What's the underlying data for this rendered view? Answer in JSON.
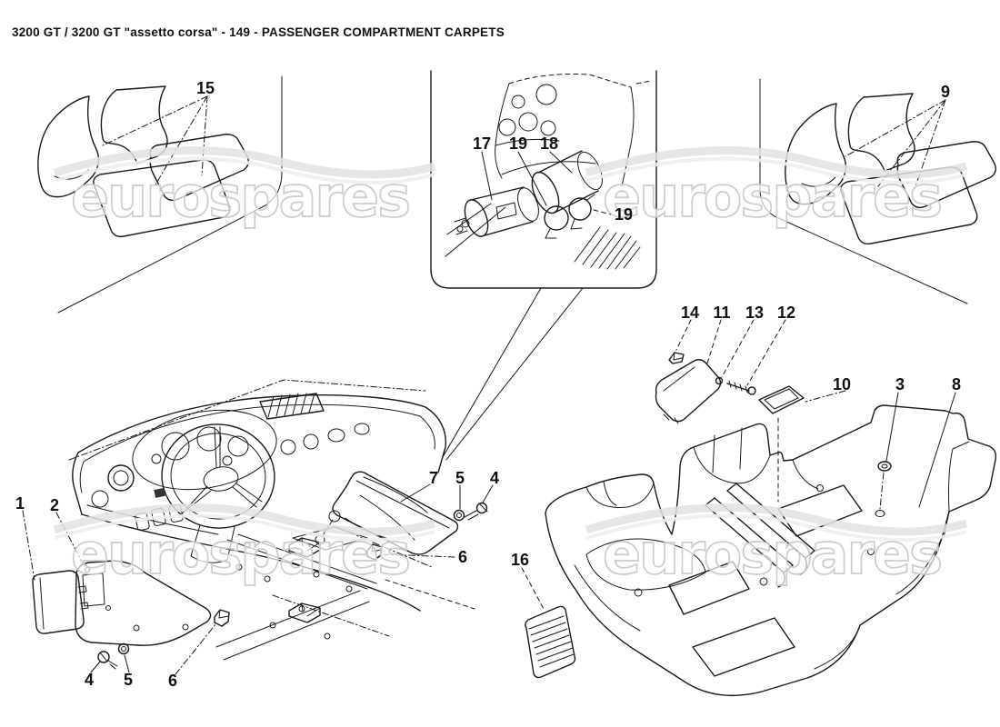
{
  "page": {
    "title": "3200 GT / 3200 GT \"assetto corsa\" - 149 - PASSENGER COMPARTMENT CARPETS",
    "page_number": "149",
    "section": "PASSENGER COMPARTMENT CARPETS",
    "model": "3200 GT / 3200 GT \"assetto corsa\""
  },
  "watermark": {
    "text": "eurospares",
    "color": "#d9d9d9"
  },
  "colors": {
    "line": "#1a1a1a",
    "background": "#ffffff"
  },
  "callouts": [
    {
      "label": "15"
    },
    {
      "label": "9"
    },
    {
      "label": "17"
    },
    {
      "label": "19"
    },
    {
      "label": "18"
    },
    {
      "label": "19"
    },
    {
      "label": "14"
    },
    {
      "label": "11"
    },
    {
      "label": "13"
    },
    {
      "label": "12"
    },
    {
      "label": "10"
    },
    {
      "label": "3"
    },
    {
      "label": "8"
    },
    {
      "label": "7"
    },
    {
      "label": "5"
    },
    {
      "label": "4"
    },
    {
      "label": "6"
    },
    {
      "label": "16"
    },
    {
      "label": "1"
    },
    {
      "label": "2"
    },
    {
      "label": "4"
    },
    {
      "label": "5"
    },
    {
      "label": "6"
    }
  ]
}
